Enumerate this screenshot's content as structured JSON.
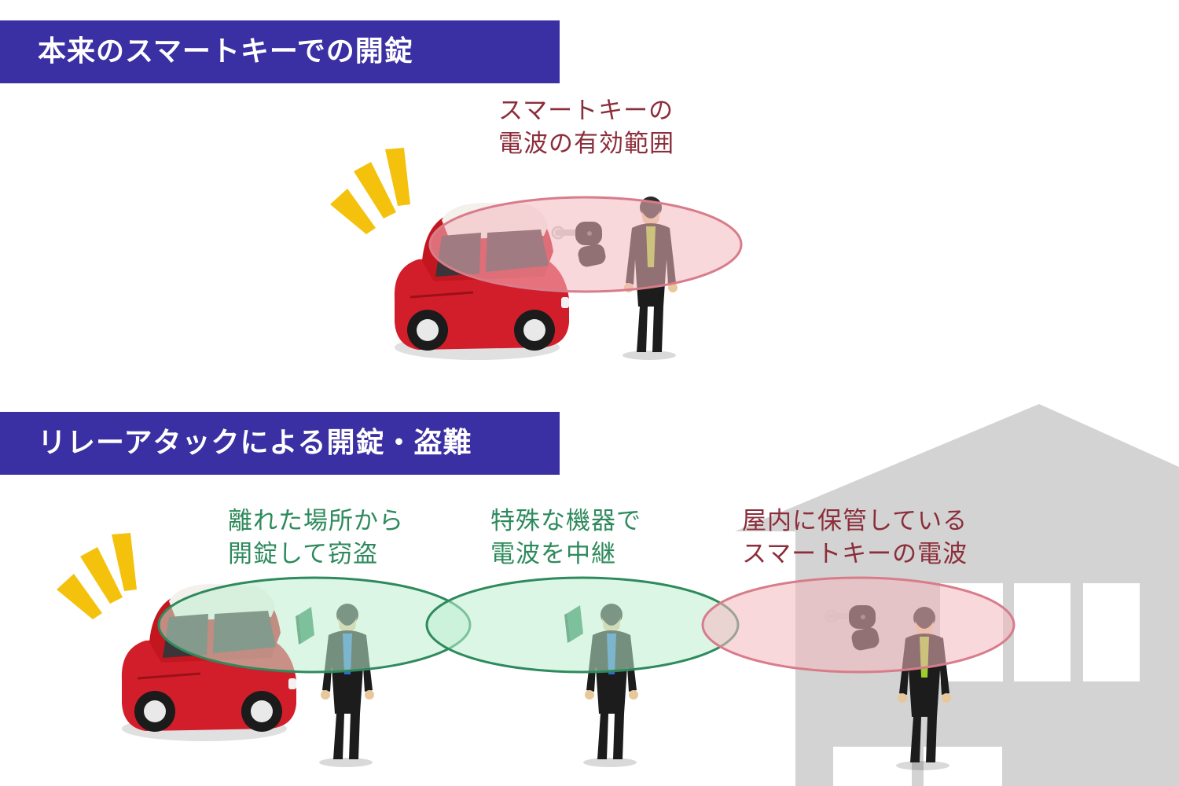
{
  "section1": {
    "title": "本来のスマートキーでの開錠",
    "label_lines": [
      "スマートキーの",
      "電波の有効範囲"
    ]
  },
  "section2": {
    "title": "リレーアタックによる開錠・盗難",
    "label_left_lines": [
      "離れた場所から",
      "開錠して窃盗"
    ],
    "label_mid_lines": [
      "特殊な機器で",
      "電波を中継"
    ],
    "label_right_lines": [
      "屋内に保管している",
      "スマートキーの電波"
    ]
  },
  "colors": {
    "header_band": "#3a2fa3",
    "red_text": "#8b2e3b",
    "green_text": "#2e8a5c",
    "red_zone": "#f4b8c0",
    "green_zone": "#bfeed2",
    "car": "#d21e2b",
    "alert_rays": "#f4c20d",
    "house": "#d3d3d3"
  },
  "icons": [
    "car-icon",
    "smart-key-icon",
    "person-figure-icon",
    "relay-device-icon",
    "alert-rays-icon",
    "house-icon"
  ]
}
